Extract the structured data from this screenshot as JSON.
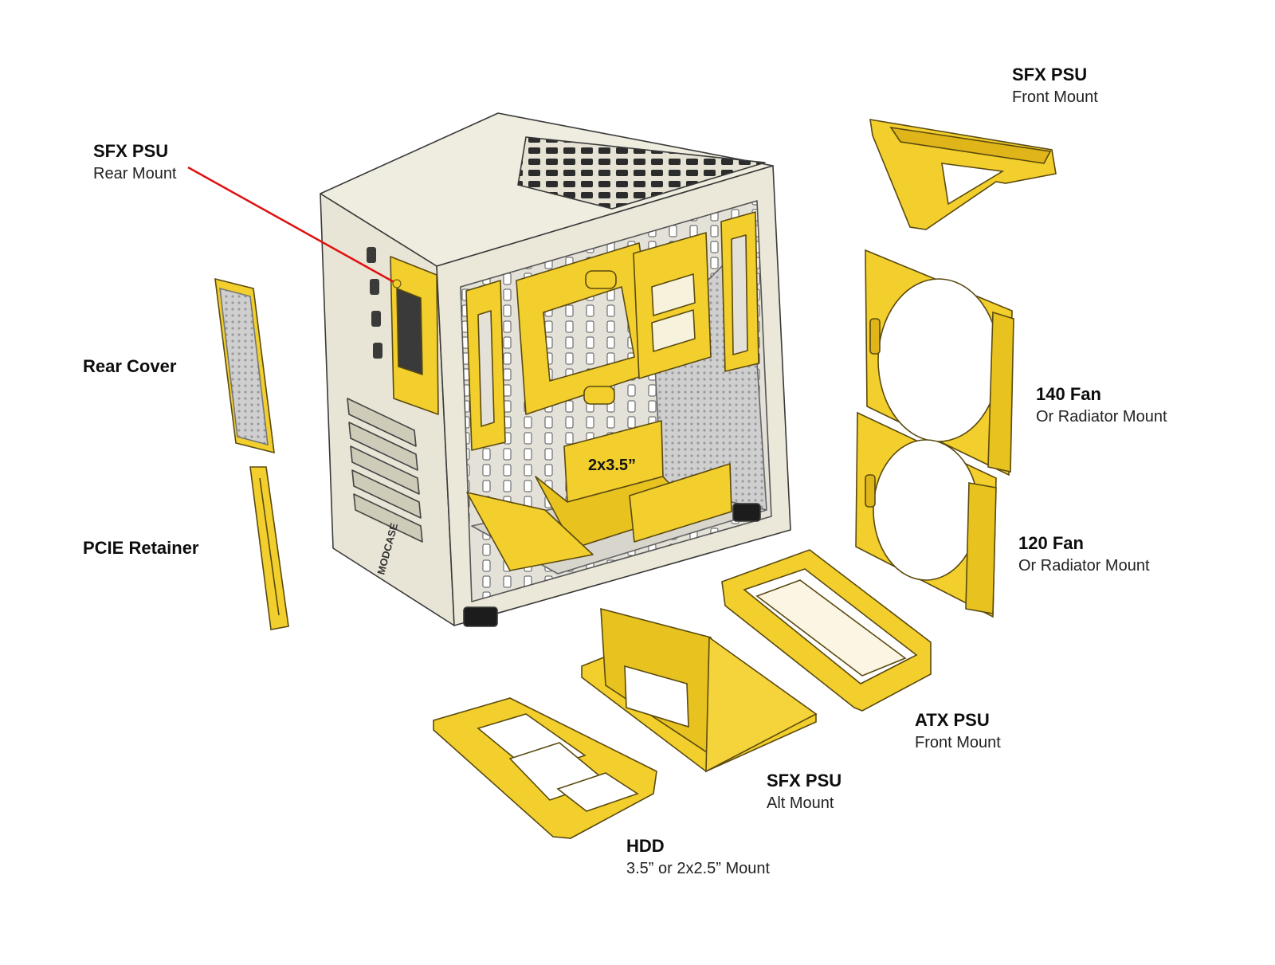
{
  "labels": {
    "sfx_rear": {
      "title": "SFX PSU",
      "sub": "Rear Mount"
    },
    "rear_cover": {
      "title": "Rear Cover",
      "sub": ""
    },
    "pcie": {
      "title": "PCIE Retainer",
      "sub": ""
    },
    "sfx_front": {
      "title": "SFX PSU",
      "sub": "Front Mount"
    },
    "fan140": {
      "title": "140 Fan",
      "sub": "Or Radiator Mount"
    },
    "fan120": {
      "title": "120 Fan",
      "sub": "Or Radiator Mount"
    },
    "atx_front": {
      "title": "ATX PSU",
      "sub": "Front Mount"
    },
    "sfx_alt": {
      "title": "SFX PSU",
      "sub": "Alt Mount"
    },
    "hdd": {
      "title": "HDD",
      "sub": "3.5” or 2x2.5” Mount"
    }
  },
  "case": {
    "bay_label": "2x3.5”",
    "brand": "MODCASE"
  },
  "colors": {
    "part_yellow": "#f2cf2c",
    "part_shade": "#d9ad14",
    "part_edge": "#5a4a10",
    "case_body": "#ece8d9",
    "case_inner": "#d6d3cd",
    "leader_line": "#e01010"
  }
}
